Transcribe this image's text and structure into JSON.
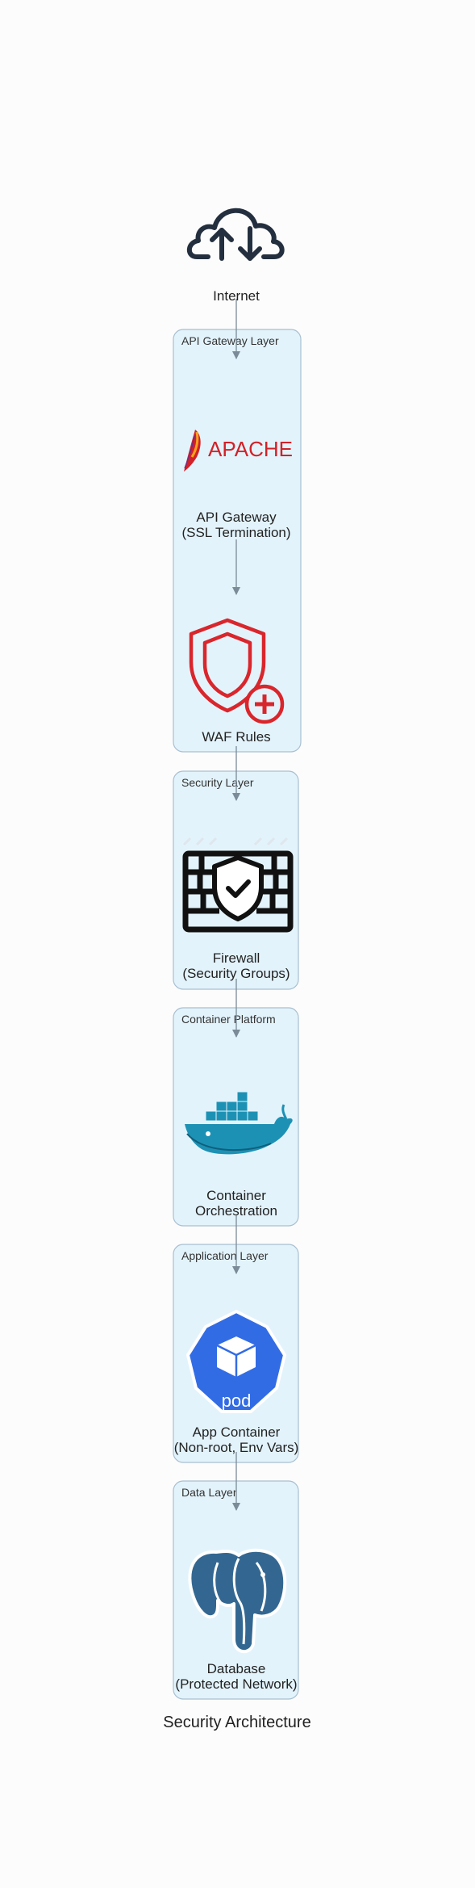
{
  "diagram": {
    "title": "Security Architecture",
    "nodes": {
      "internet": {
        "label": "Internet",
        "icon": "cloud-upload-download-icon"
      },
      "api_gateway": {
        "label_lines": [
          "API Gateway",
          "(SSL Termination)"
        ],
        "icon": "apache-logo-icon",
        "logo_text": "APACHE"
      },
      "waf": {
        "label": "WAF Rules",
        "icon": "shield-plus-icon"
      },
      "firewall": {
        "label_lines": [
          "Firewall",
          "(Security Groups)"
        ],
        "icon": "firewall-shield-icon"
      },
      "container_orch": {
        "label_lines": [
          "Container",
          "Orchestration"
        ],
        "icon": "docker-whale-icon"
      },
      "app_container": {
        "label_lines": [
          "App Container",
          "(Non-root, Env Vars)"
        ],
        "icon": "kubernetes-pod-icon",
        "icon_text": "pod"
      },
      "database": {
        "label_lines": [
          "Database",
          "(Protected Network)"
        ],
        "icon": "postgresql-elephant-icon"
      }
    },
    "clusters": {
      "api_gateway_layer": "API Gateway Layer",
      "security_layer": "Security Layer",
      "container_platform": "Container Platform",
      "application_layer": "Application Layer",
      "data_layer": "Data Layer"
    },
    "edges": [
      [
        "internet",
        "api_gateway"
      ],
      [
        "api_gateway",
        "waf"
      ],
      [
        "waf",
        "firewall"
      ],
      [
        "firewall",
        "container_orch"
      ],
      [
        "container_orch",
        "app_container"
      ],
      [
        "app_container",
        "database"
      ]
    ],
    "colors": {
      "cluster_fill": "#e3f3fb",
      "cluster_stroke": "#a8bfd0",
      "edge": "#7b8b97",
      "apache_red": "#d22128",
      "waf_red": "#d9262c",
      "docker_blue": "#1d91b4",
      "k8s_blue": "#326ce5",
      "postgres_blue": "#336791",
      "cloud_dark": "#232f3e"
    }
  }
}
